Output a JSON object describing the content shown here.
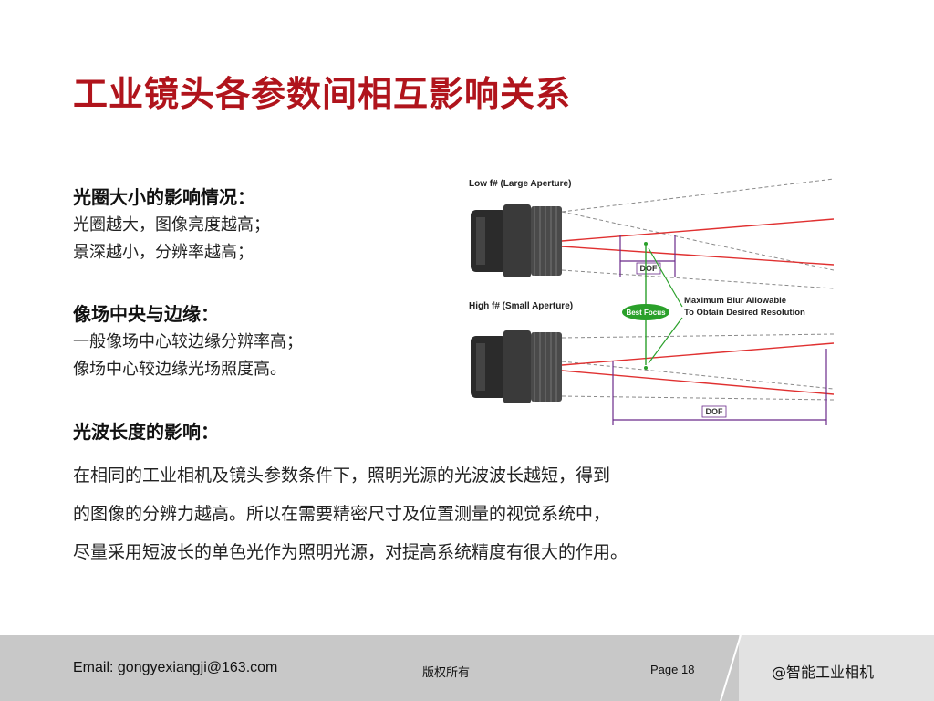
{
  "slide": {
    "title": "工业镜头各参数间相互影响关系",
    "sections": [
      {
        "heading": "光圈大小的影响情况：",
        "lines": [
          "光圈越大，图像亮度越高；",
          "景深越小，分辨率越高；"
        ]
      },
      {
        "heading": "像场中央与边缘：",
        "lines": [
          "一般像场中心较边缘分辨率高；",
          "像场中心较边缘光场照度高。"
        ]
      },
      {
        "heading": "光波长度的影响：",
        "lines": [
          "在相同的工业相机及镜头参数条件下，照明光源的光波波长越短，得到",
          "的图像的分辨力越高。所以在需要精密尺寸及位置测量的视觉系统中，",
          "尽量采用短波长的单色光作为照明光源，对提高系统精度有很大的作用。"
        ]
      }
    ]
  },
  "figure": {
    "label_top": "Low f# (Large Aperture)",
    "label_bottom": "High f# (Small Aperture)",
    "dof_label": "DOF",
    "best_focus": "Best Focus",
    "blur_line1": "Maximum Blur Allowable",
    "blur_line2": "To Obtain Desired Resolution",
    "colors": {
      "ray": "#e03030",
      "marker": "#6a2a8a",
      "green": "#2aa02a",
      "dash": "#8a8a8a"
    }
  },
  "footer": {
    "email": "Email: gongyexiangji@163.com",
    "copyright": "版权所有",
    "page": "Page 18",
    "brand": "@智能工业相机"
  }
}
